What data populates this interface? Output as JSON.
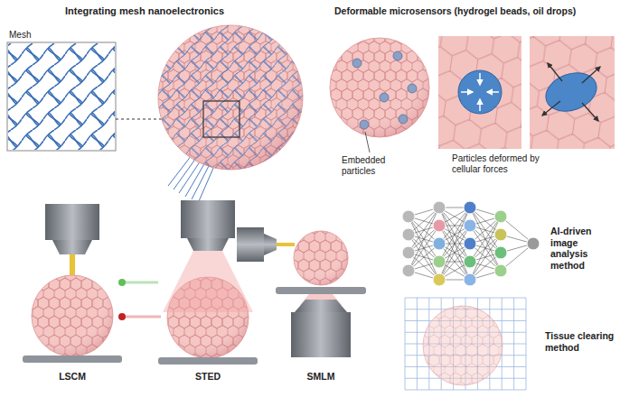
{
  "diagram": {
    "labels": [
      "Integrating mesh nanoelectronics",
      "Mesh",
      "Deformable microsensors (hydrogel beads, oil drops)",
      "Embedded particles",
      "Particles deformed by cellular forces",
      "AI-driven image analysis method",
      "Tissue clearing method",
      "LSCM",
      "STED",
      "SMLM"
    ]
  }
}
